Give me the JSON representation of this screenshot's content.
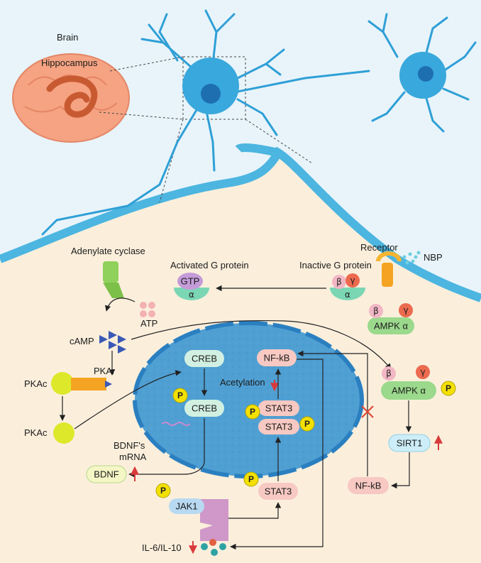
{
  "labels": {
    "brain": "Brain",
    "hippocampus": "Hippocampus",
    "adenylate_cyclase": "Adenylate cyclase",
    "activated_g_protein": "Activated G protein",
    "inactive_g_protein": "Inactive G protein",
    "receptor": "Receptor",
    "nbp": "NBP",
    "atp": "ATP",
    "camp": "cAMP",
    "pkar": "PKAr",
    "pkac_top": "PKAc",
    "pkac_bottom": "PKAc",
    "creb_top": "CREB",
    "creb_bottom": "CREB",
    "bdnf_mrna_line1": "BDNF's",
    "bdnf_mrna_line2": "mRNA",
    "bdnf": "BDNF",
    "nfkb_nucleus": "NF-kB",
    "acetylation": "Acetylation",
    "stat3_dimer_top": "STAT3",
    "stat3_dimer_bottom": "STAT3",
    "stat3_cyto": "STAT3",
    "jak1": "JAK1",
    "il": "IL-6/IL-10",
    "gtp": "GTP",
    "alpha_active": "α",
    "alpha_inactive": "α",
    "beta_g": "β",
    "gamma_g": "γ",
    "ampk_top": "AMPK α",
    "ampk_bottom": "AMPK α",
    "beta_ampk_top": "β",
    "gamma_ampk_top": "γ",
    "beta_ampk_bottom": "β",
    "gamma_ampk_bottom": "γ",
    "sirt1": "SIRT1",
    "nfkb_cyto": "NF-kB",
    "phospho": "P"
  },
  "colors": {
    "sky": "#e6f3f9",
    "cytoplasm": "#fbefdc",
    "membrane": "#46b3df",
    "neuron": "#2f9fd6",
    "nucleus": "#3b96cd",
    "up_arrow": "#d93a3a",
    "green_node": "#d2f0e2",
    "pink_node": "#f7c9c2",
    "yellow_p": "#f4e000",
    "ampk": "#9bd98c",
    "brain": "#f4a180"
  }
}
